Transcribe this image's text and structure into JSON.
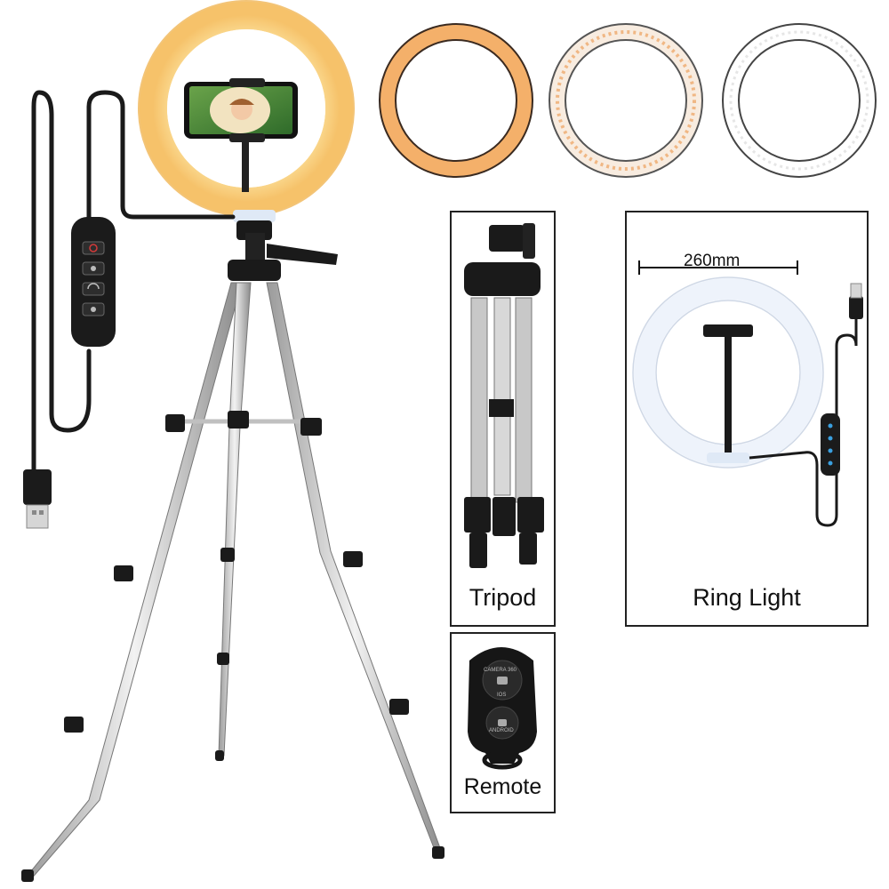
{
  "panels": {
    "tripod": {
      "label": "Tripod"
    },
    "ring_light": {
      "label": "Ring Light",
      "dimension": "260mm"
    },
    "remote": {
      "label": "Remote"
    }
  },
  "remote_buttons": {
    "top_text": "CAMERA 360",
    "top_sub": "IOS",
    "bottom_text": "ANDROID"
  },
  "colors": {
    "warm_ring": "#f4b06a",
    "neutral_ring": "#f8ece0",
    "cool_ring": "#ffffff",
    "tripod_silver": "#c8c8c8",
    "black_parts": "#1a1a1a"
  }
}
